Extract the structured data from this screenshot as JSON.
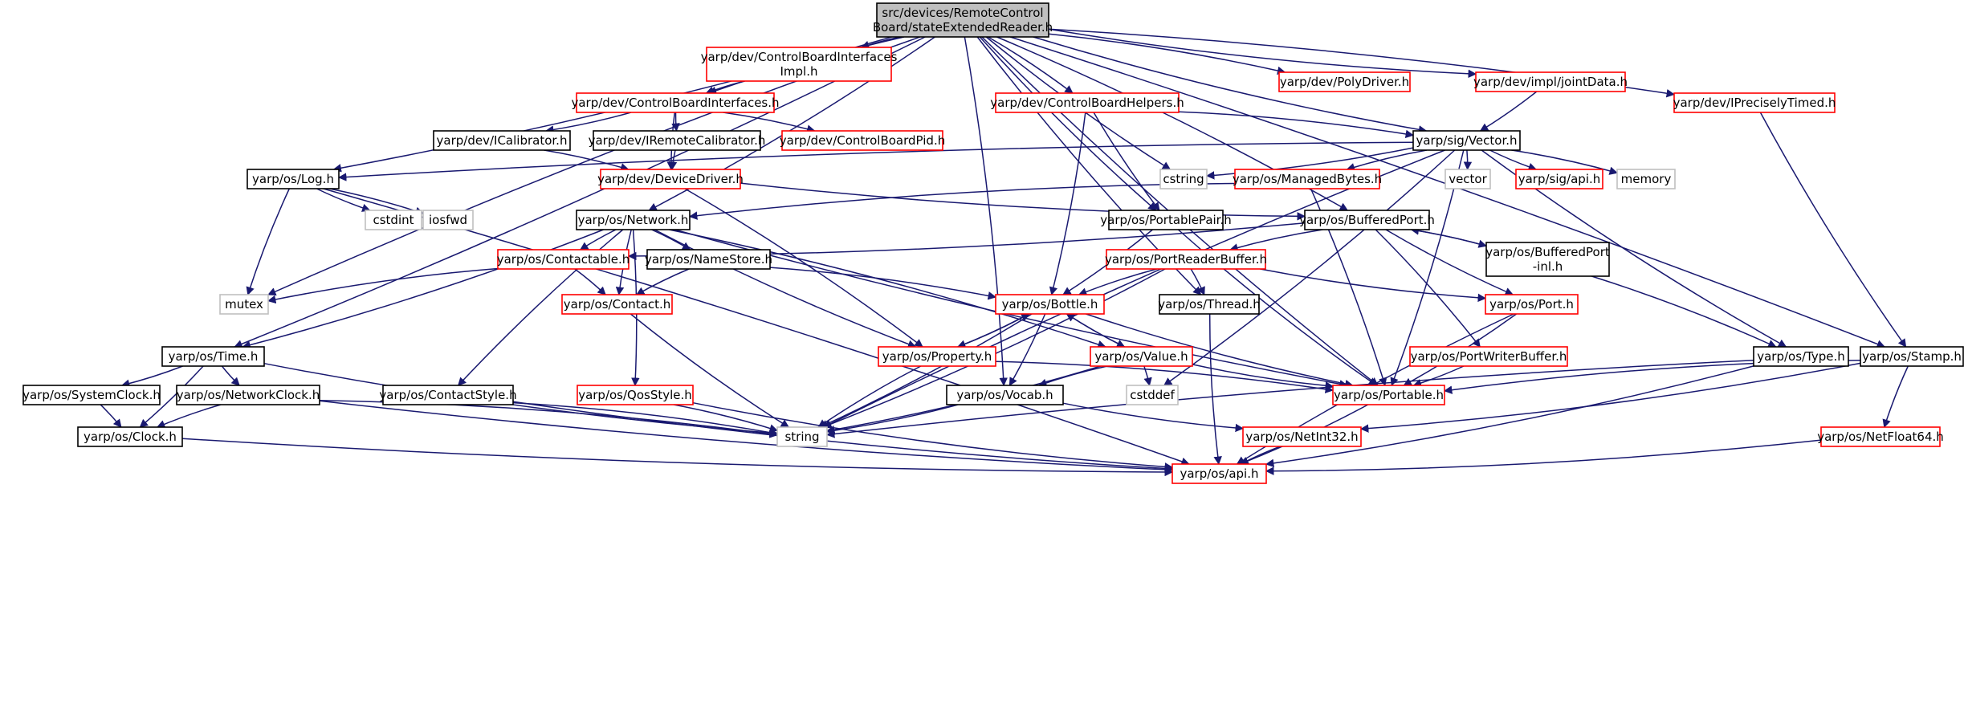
{
  "colors": {
    "edge": "#191970",
    "documented_border": "#000000",
    "undocumented_border": "#ff0000",
    "external_border": "#bfbfbf",
    "root_fill": "#bfbfbf"
  },
  "nodes": {
    "root": {
      "lines": [
        "src/devices/RemoteControl",
        "Board/stateExtendedReader.h"
      ],
      "kind": "root"
    },
    "cbiimpl": {
      "lines": [
        "yarp/dev/ControlBoardInterfaces",
        "Impl.h"
      ],
      "kind": "r"
    },
    "polydriver": {
      "lines": [
        "yarp/dev/PolyDriver.h"
      ],
      "kind": "r"
    },
    "jointdata": {
      "lines": [
        "yarp/dev/impl/jointData.h"
      ],
      "kind": "r"
    },
    "iprecisely": {
      "lines": [
        "yarp/dev/IPreciselyTimed.h"
      ],
      "kind": "r"
    },
    "cbi": {
      "lines": [
        "yarp/dev/ControlBoardInterfaces.h"
      ],
      "kind": "r"
    },
    "cbhelpers": {
      "lines": [
        "yarp/dev/ControlBoardHelpers.h"
      ],
      "kind": "r"
    },
    "icalib": {
      "lines": [
        "yarp/dev/ICalibrator.h"
      ],
      "kind": "b"
    },
    "iremote": {
      "lines": [
        "yarp/dev/IRemoteCalibrator.h"
      ],
      "kind": "b"
    },
    "cbpid": {
      "lines": [
        "yarp/dev/ControlBoardPid.h"
      ],
      "kind": "r"
    },
    "vector": {
      "lines": [
        "yarp/sig/Vector.h"
      ],
      "kind": "b"
    },
    "log": {
      "lines": [
        "yarp/os/Log.h"
      ],
      "kind": "b"
    },
    "devdriver": {
      "lines": [
        "yarp/dev/DeviceDriver.h"
      ],
      "kind": "r"
    },
    "cstring": {
      "lines": [
        "cstring"
      ],
      "kind": "g"
    },
    "managedbytes": {
      "lines": [
        "yarp/os/ManagedBytes.h"
      ],
      "kind": "r"
    },
    "stdvector": {
      "lines": [
        "vector"
      ],
      "kind": "g"
    },
    "sigapi": {
      "lines": [
        "yarp/sig/api.h"
      ],
      "kind": "r"
    },
    "memory": {
      "lines": [
        "memory"
      ],
      "kind": "g"
    },
    "cstdint": {
      "lines": [
        "cstdint"
      ],
      "kind": "g"
    },
    "iosfwd": {
      "lines": [
        "iosfwd"
      ],
      "kind": "g"
    },
    "network": {
      "lines": [
        "yarp/os/Network.h"
      ],
      "kind": "b"
    },
    "portablepair": {
      "lines": [
        "yarp/os/PortablePair.h"
      ],
      "kind": "b"
    },
    "bufferedport": {
      "lines": [
        "yarp/os/BufferedPort.h"
      ],
      "kind": "b"
    },
    "contactable": {
      "lines": [
        "yarp/os/Contactable.h"
      ],
      "kind": "r"
    },
    "namestore": {
      "lines": [
        "yarp/os/NameStore.h"
      ],
      "kind": "b"
    },
    "portreaderbuffer": {
      "lines": [
        "yarp/os/PortReaderBuffer.h"
      ],
      "kind": "r"
    },
    "bufferedportinl": {
      "lines": [
        "yarp/os/BufferedPort",
        "-inl.h"
      ],
      "kind": "b"
    },
    "mutex": {
      "lines": [
        "mutex"
      ],
      "kind": "g"
    },
    "contact": {
      "lines": [
        "yarp/os/Contact.h"
      ],
      "kind": "r"
    },
    "bottle": {
      "lines": [
        "yarp/os/Bottle.h"
      ],
      "kind": "r"
    },
    "thread": {
      "lines": [
        "yarp/os/Thread.h"
      ],
      "kind": "b"
    },
    "port": {
      "lines": [
        "yarp/os/Port.h"
      ],
      "kind": "r"
    },
    "time": {
      "lines": [
        "yarp/os/Time.h"
      ],
      "kind": "b"
    },
    "property": {
      "lines": [
        "yarp/os/Property.h"
      ],
      "kind": "r"
    },
    "value": {
      "lines": [
        "yarp/os/Value.h"
      ],
      "kind": "r"
    },
    "portwriterbuffer": {
      "lines": [
        "yarp/os/PortWriterBuffer.h"
      ],
      "kind": "r"
    },
    "type": {
      "lines": [
        "yarp/os/Type.h"
      ],
      "kind": "b"
    },
    "stamp": {
      "lines": [
        "yarp/os/Stamp.h"
      ],
      "kind": "b"
    },
    "systemclock": {
      "lines": [
        "yarp/os/SystemClock.h"
      ],
      "kind": "b"
    },
    "networkclock": {
      "lines": [
        "yarp/os/NetworkClock.h"
      ],
      "kind": "b"
    },
    "contactstyle": {
      "lines": [
        "yarp/os/ContactStyle.h"
      ],
      "kind": "b"
    },
    "qosstyle": {
      "lines": [
        "yarp/os/QosStyle.h"
      ],
      "kind": "r"
    },
    "vocab": {
      "lines": [
        "yarp/os/Vocab.h"
      ],
      "kind": "b"
    },
    "cstddef": {
      "lines": [
        "cstddef"
      ],
      "kind": "g"
    },
    "portable": {
      "lines": [
        "yarp/os/Portable.h"
      ],
      "kind": "r"
    },
    "clock": {
      "lines": [
        "yarp/os/Clock.h"
      ],
      "kind": "b"
    },
    "string": {
      "lines": [
        "string"
      ],
      "kind": "g"
    },
    "netint32": {
      "lines": [
        "yarp/os/NetInt32.h"
      ],
      "kind": "r"
    },
    "netfloat64": {
      "lines": [
        "yarp/os/NetFloat64.h"
      ],
      "kind": "r"
    },
    "osapi": {
      "lines": [
        "yarp/os/api.h"
      ],
      "kind": "r"
    }
  },
  "edges": [
    [
      "root",
      "cbiimpl"
    ],
    [
      "root",
      "polydriver"
    ],
    [
      "root",
      "jointdata"
    ],
    [
      "root",
      "iprecisely"
    ],
    [
      "root",
      "cbi"
    ],
    [
      "root",
      "cbhelpers"
    ],
    [
      "root",
      "vector"
    ],
    [
      "root",
      "log"
    ],
    [
      "root",
      "cstring"
    ],
    [
      "root",
      "network"
    ],
    [
      "root",
      "portablepair"
    ],
    [
      "root",
      "bufferedport"
    ],
    [
      "root",
      "mutex"
    ],
    [
      "root",
      "time"
    ],
    [
      "root",
      "thread"
    ],
    [
      "root",
      "vocab"
    ],
    [
      "root",
      "portable"
    ],
    [
      "root",
      "stamp"
    ],
    [
      "cbiimpl",
      "cbi"
    ],
    [
      "jointdata",
      "vector"
    ],
    [
      "iprecisely",
      "stamp"
    ],
    [
      "cbi",
      "icalib"
    ],
    [
      "cbi",
      "iremote"
    ],
    [
      "cbi",
      "cbpid"
    ],
    [
      "cbi",
      "devdriver"
    ],
    [
      "icalib",
      "devdriver"
    ],
    [
      "iremote",
      "devdriver"
    ],
    [
      "cbhelpers",
      "vector"
    ],
    [
      "cbhelpers",
      "portablepair"
    ],
    [
      "cbhelpers",
      "bottle"
    ],
    [
      "vector",
      "log"
    ],
    [
      "vector",
      "cstring"
    ],
    [
      "vector",
      "managedbytes"
    ],
    [
      "vector",
      "stdvector"
    ],
    [
      "vector",
      "sigapi"
    ],
    [
      "vector",
      "memory"
    ],
    [
      "vector",
      "type"
    ],
    [
      "vector",
      "portable"
    ],
    [
      "vector",
      "string"
    ],
    [
      "vector",
      "cstddef"
    ],
    [
      "log",
      "cstdint"
    ],
    [
      "log",
      "iosfwd"
    ],
    [
      "log",
      "mutex"
    ],
    [
      "log",
      "osapi"
    ],
    [
      "devdriver",
      "bufferedport"
    ],
    [
      "devdriver",
      "property"
    ],
    [
      "managedbytes",
      "network"
    ],
    [
      "managedbytes",
      "portable"
    ],
    [
      "network",
      "contactable"
    ],
    [
      "network",
      "namestore"
    ],
    [
      "network",
      "contact"
    ],
    [
      "network",
      "time"
    ],
    [
      "network",
      "property"
    ],
    [
      "network",
      "value"
    ],
    [
      "network",
      "contactstyle"
    ],
    [
      "network",
      "qosstyle"
    ],
    [
      "network",
      "portable"
    ],
    [
      "portablepair",
      "bottle"
    ],
    [
      "portablepair",
      "portable"
    ],
    [
      "bufferedport",
      "contactable"
    ],
    [
      "bufferedport",
      "portreaderbuffer"
    ],
    [
      "bufferedport",
      "bufferedportinl"
    ],
    [
      "bufferedport",
      "port"
    ],
    [
      "bufferedport",
      "portwriterbuffer"
    ],
    [
      "bufferedportinl",
      "bufferedport"
    ],
    [
      "bufferedportinl",
      "type"
    ],
    [
      "contactable",
      "mutex"
    ],
    [
      "contactable",
      "contact"
    ],
    [
      "namestore",
      "contact"
    ],
    [
      "namestore",
      "bottle"
    ],
    [
      "portreaderbuffer",
      "bottle"
    ],
    [
      "portreaderbuffer",
      "thread"
    ],
    [
      "portreaderbuffer",
      "port"
    ],
    [
      "portreaderbuffer",
      "string"
    ],
    [
      "contact",
      "string"
    ],
    [
      "bottle",
      "property"
    ],
    [
      "bottle",
      "value"
    ],
    [
      "bottle",
      "vocab"
    ],
    [
      "bottle",
      "portable"
    ],
    [
      "bottle",
      "string"
    ],
    [
      "property",
      "bottle"
    ],
    [
      "property",
      "portable"
    ],
    [
      "property",
      "string"
    ],
    [
      "value",
      "bottle"
    ],
    [
      "value",
      "vocab"
    ],
    [
      "value",
      "cstddef"
    ],
    [
      "value",
      "portable"
    ],
    [
      "value",
      "string"
    ],
    [
      "thread",
      "osapi"
    ],
    [
      "port",
      "portable"
    ],
    [
      "port",
      "osapi"
    ],
    [
      "portwriterbuffer",
      "portable"
    ],
    [
      "type",
      "string"
    ],
    [
      "type",
      "osapi"
    ],
    [
      "stamp",
      "portable"
    ],
    [
      "stamp",
      "netint32"
    ],
    [
      "stamp",
      "netfloat64"
    ],
    [
      "time",
      "systemclock"
    ],
    [
      "time",
      "networkclock"
    ],
    [
      "time",
      "clock"
    ],
    [
      "time",
      "string"
    ],
    [
      "systemclock",
      "clock"
    ],
    [
      "networkclock",
      "clock"
    ],
    [
      "networkclock",
      "string"
    ],
    [
      "networkclock",
      "osapi"
    ],
    [
      "contactstyle",
      "string"
    ],
    [
      "contactstyle",
      "osapi"
    ],
    [
      "qosstyle",
      "string"
    ],
    [
      "qosstyle",
      "osapi"
    ],
    [
      "vocab",
      "string"
    ],
    [
      "vocab",
      "netint32"
    ],
    [
      "portable",
      "osapi"
    ],
    [
      "netint32",
      "osapi"
    ],
    [
      "netfloat64",
      "osapi"
    ],
    [
      "clock",
      "osapi"
    ]
  ]
}
